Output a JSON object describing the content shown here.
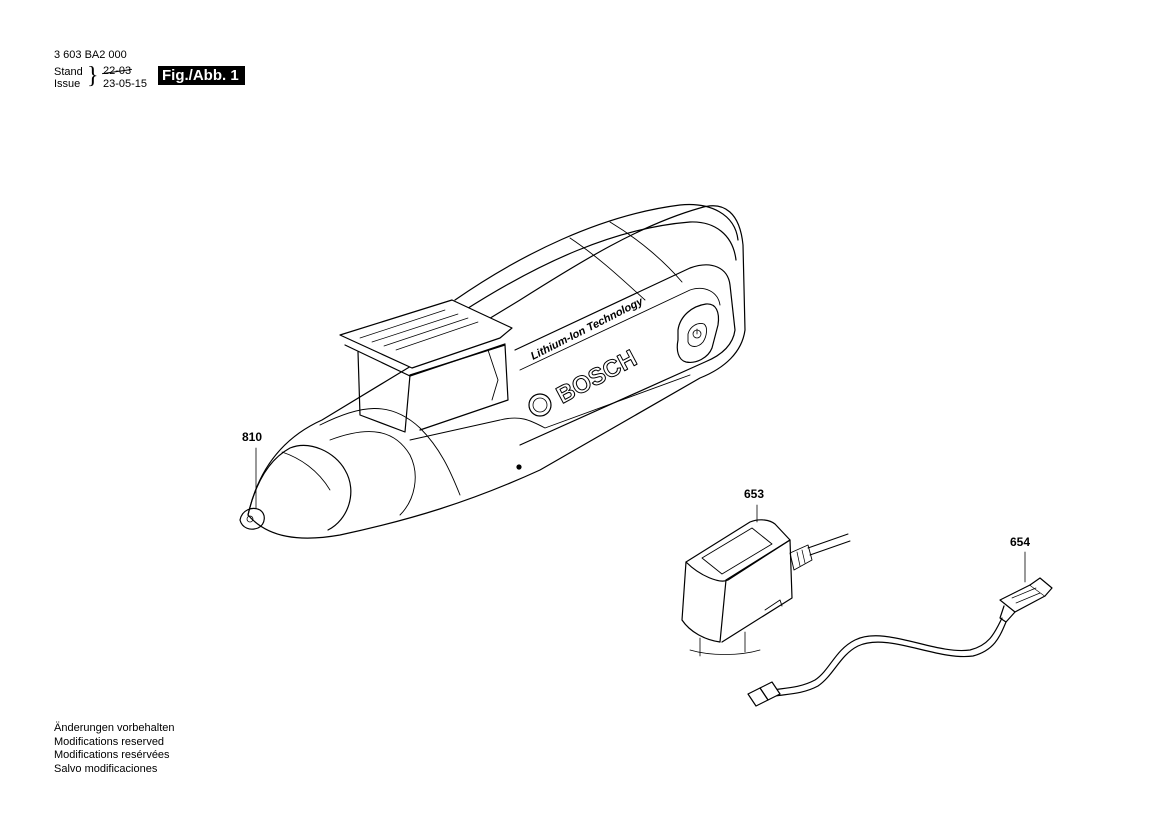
{
  "header": {
    "doc_number": "3 603 BA2 000",
    "stand_label": "Stand",
    "issue_label": "Issue",
    "date_old": "22-03",
    "date_new": "23-05-15",
    "figure_label": "Fig./Abb. 1"
  },
  "tool": {
    "brand": "BOSCH",
    "label": "Lithium-Ion Technology"
  },
  "parts": [
    {
      "number": "810"
    },
    {
      "number": "653"
    },
    {
      "number": "654"
    }
  ],
  "footer": {
    "lines": [
      "Änderungen vorbehalten",
      "Modifications reserved",
      "Modifications resérvées",
      "Salvo modificaciones"
    ]
  }
}
